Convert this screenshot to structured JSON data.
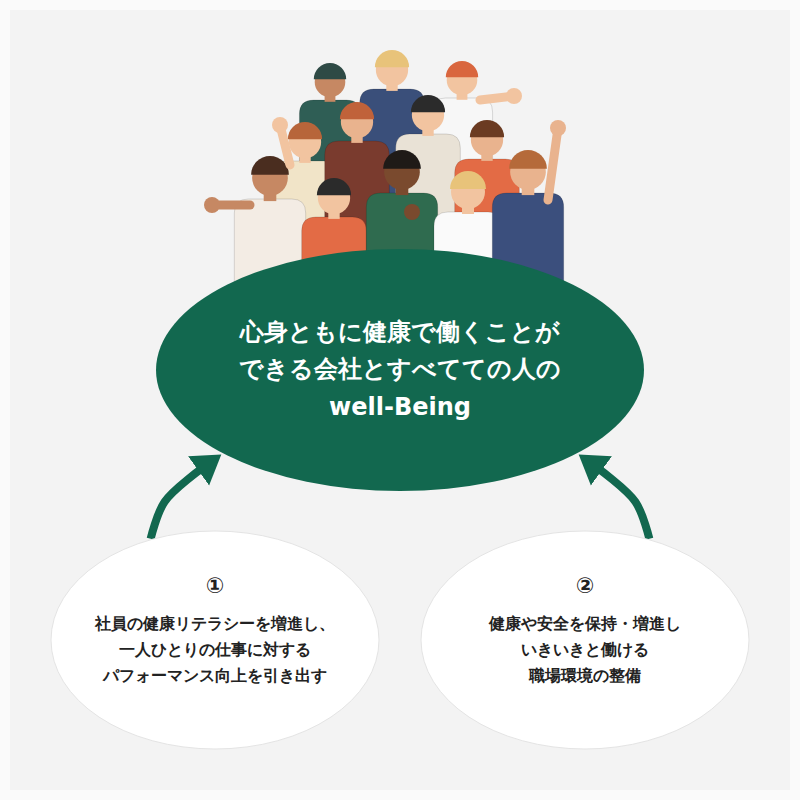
{
  "diagram": {
    "nodes": [
      {
        "text": [
          "心身ともに健康で働くことが できる会社とすべてての人の well-Being"
        ]
      },
      {
        "text": [
          "①",
          "社員の健康リテラシーを増進し、 一人ひとりの仕事に対する パフォーマンス向上を引き出す"
        ]
      },
      {
        "text": [
          "②",
          "健康や安全を保持・増進し いきいきと働ける 職場環境の整備"
        ]
      }
    ],
    "edges": [
      {
        "from": 1,
        "to": 0,
        "arrow": "to"
      },
      {
        "from": 2,
        "to": 0,
        "arrow": "to"
      }
    ]
  }
}
